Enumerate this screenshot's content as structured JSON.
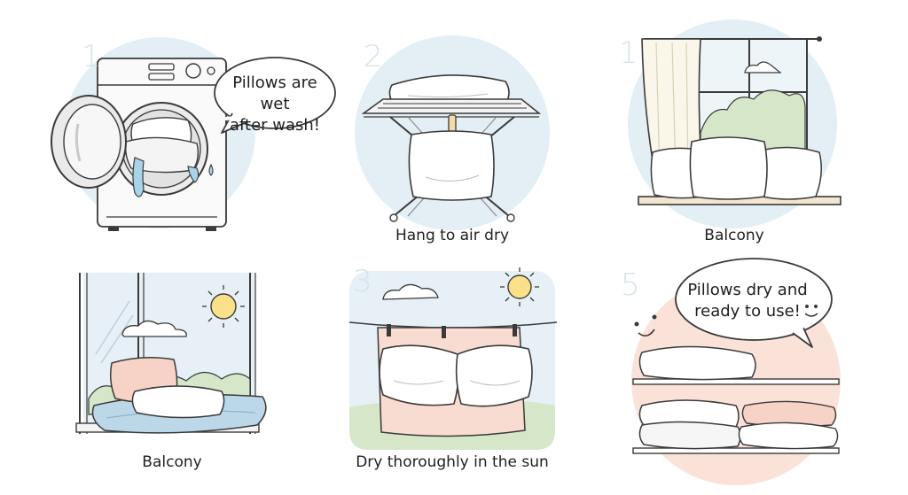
{
  "panels": [
    {
      "number": "1",
      "caption": "",
      "bubble": [
        "Pillows are wet",
        "after wash!"
      ]
    },
    {
      "number": "2",
      "caption": "Hang to air dry",
      "bubble": []
    },
    {
      "number": "1",
      "caption": "Balcony",
      "bubble": []
    },
    {
      "number": "",
      "caption": "Balcony",
      "bubble": []
    },
    {
      "number": "3",
      "caption": "Dry thoroughly in the sun",
      "bubble": []
    },
    {
      "number": "5",
      "caption": "",
      "bubble": [
        "Pillows dry and",
        "ready to use!"
      ]
    }
  ],
  "colors": {
    "stroke": "#3a3a3a",
    "circle_blue": "#e3eff5",
    "circle_peach": "#fbe2d8",
    "pillow": "#ffffff",
    "pillow_pink": "#f6d3c6",
    "sheet_pink": "#f9dcd1",
    "sun": "#fbe08a",
    "grass": "#d6e6c8",
    "blanket": "#bcd8e8",
    "water": "#a8d4ea"
  }
}
